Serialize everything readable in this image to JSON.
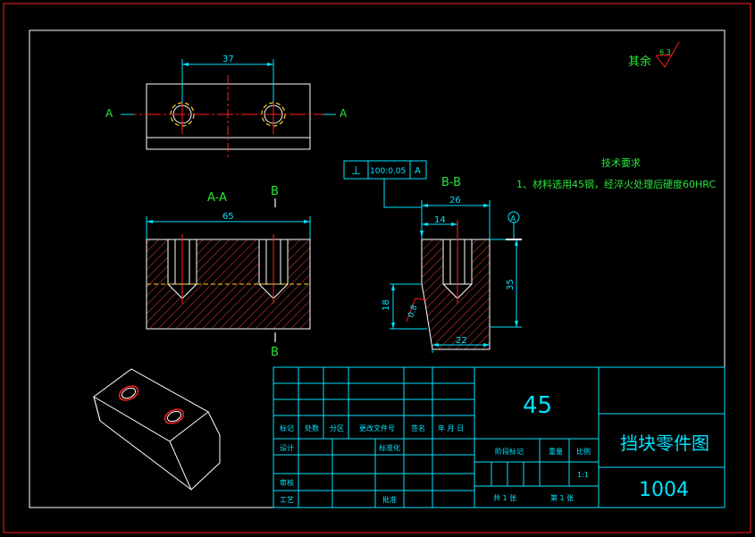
{
  "colors": {
    "background": "#000000",
    "outline": "#ffffff",
    "dimension": "#00e5ff",
    "center_line": "#ff2020",
    "hatch": "#c83a2a",
    "hidden_line": "#ffd21f",
    "note_text": "#29e63a",
    "title_grid": "#00e5ff"
  },
  "roughness": {
    "label": "其余",
    "value": "6.3"
  },
  "top_view": {
    "dim_spacing": "37",
    "section_mark_left": "A",
    "section_mark_right": "A"
  },
  "section_aa": {
    "title": "A-A",
    "dim_length": "65",
    "cut_mark_top": "B",
    "cut_mark_bottom": "B"
  },
  "section_bb": {
    "title": "B-B",
    "dim_width": "26",
    "dim_hole_pos": "14",
    "dim_height": "35",
    "dim_lower": "18",
    "dim_bottom": "22",
    "roughness": "0.8",
    "datum_circle": "A"
  },
  "tolerance_frame": {
    "symbol": "⊥",
    "value": "100:0.05",
    "datum": "A"
  },
  "tech_req": {
    "heading": "技术要求",
    "line1": "1、材料选用45钢，经淬火处理后硬度60HRC"
  },
  "title_block": {
    "material": "45",
    "part_name": "挡块零件图",
    "drawing_no": "1004",
    "header_labels": [
      "标记",
      "处数",
      "分区",
      "更改文件号",
      "签名",
      "年 月 日"
    ],
    "design": "设计",
    "standardize": "标准化",
    "review": "审核",
    "process": "工艺",
    "approve": "批准",
    "stage_mark": "阶段标记",
    "weight": "重量",
    "scale": "比例",
    "scale_value": "1:1",
    "total_sheets": "共 1 张",
    "sheet_no": "第 1 张"
  }
}
